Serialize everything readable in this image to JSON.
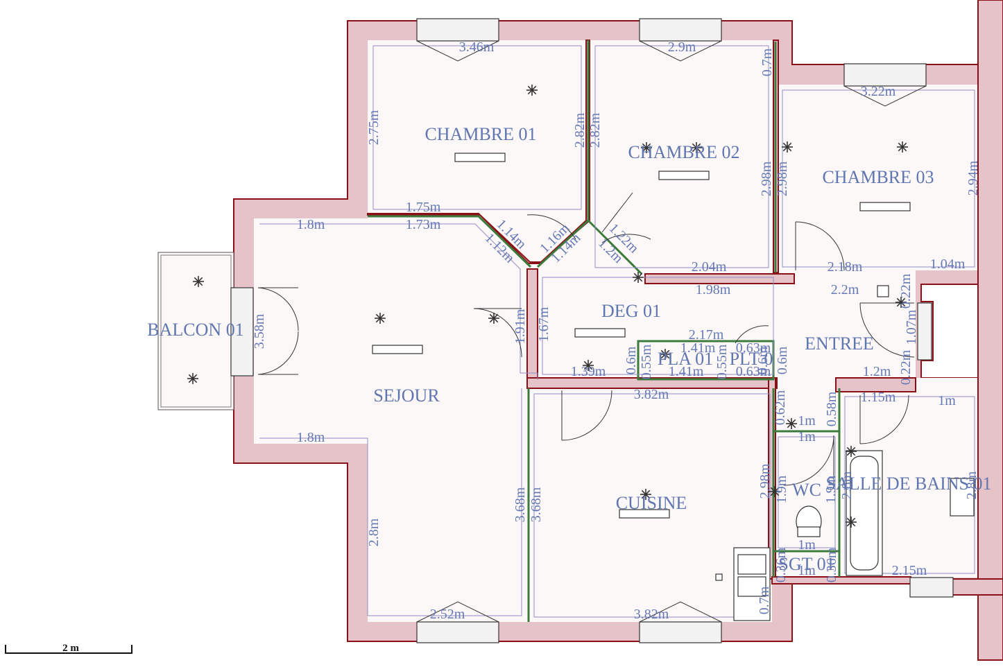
{
  "rooms": {
    "chambre01": "CHAMBRE 01",
    "chambre02": "CHAMBRE 02",
    "chambre03": "CHAMBRE 03",
    "balcon": "BALCON 01",
    "deg": "DEG 01",
    "sejour": "SEJOUR",
    "entree": "ENTREE",
    "pla": "PLA 01",
    "plt": "PLT 0",
    "cuisine": "CUISINE",
    "wc": "WC",
    "sdb": "SALLE DE BAINS 01",
    "sgt": "SGT 01"
  },
  "dims": {
    "ch1_top": "3.46m",
    "ch1_left": "2.75m",
    "ch1_right_a": "2.82m",
    "ch1_right_b": "2.82m",
    "ch1_bottom_a": "1.75m",
    "ch1_bottom_b": "1.73m",
    "ch2_top": "2.9m",
    "ch2_topright": "0.7m",
    "ch2_right_a": "2.98m",
    "ch2_right_b": "2.98m",
    "ch2_bottom": "2.04m",
    "ch3_top": "3.22m",
    "ch3_right": "2.94m",
    "ch3_bottom_a": "2.18m",
    "ch3_bottom_b": "1.04m",
    "diag_a": "1.14m",
    "diag_b": "1.12m",
    "diag_c": "1.16m",
    "diag_d": "1.14m",
    "diag_e": "1.22m",
    "diag_f": "1.2m",
    "sej_top": "1.8m",
    "sej_mid": "1.8m",
    "sej_left": "2.8m",
    "sej_bottom": "2.52m",
    "sej_right_a": "3.68m",
    "sej_right_b": "3.68m",
    "sej_door": "3.58m",
    "deg_a": "1.91m",
    "deg_b": "1.67m",
    "deg_c": "1.98m",
    "deg_d": "2.2m",
    "deg_e": "1.39m",
    "pla_top": "2.17m",
    "pla_top_b": "1.41m",
    "pla_bottom": "1.41m",
    "pla_l_a": "0.6m",
    "pla_l_b": "0.55m",
    "plt_r_a": "0.55m",
    "plt_r_b": "0.6m",
    "plt_t": "0.63m",
    "plt_b": "0.63m",
    "plt_m": "0.6m",
    "ent_a": "1.07m",
    "ent_b": "0.22m",
    "ent_c": "0.22m",
    "ent_d": "1.2m",
    "cui_top": "3.82m",
    "cui_bottom": "3.82m",
    "cui_right": "0.7m",
    "wc_top_a": "1m",
    "wc_top_b": "1m",
    "wc_left": "2.98m",
    "wc_l2": "1.9m",
    "wc_r": "1.9m",
    "wc_side_a": "0.62m",
    "wc_side_b": "0.58m",
    "sgt_a": "1m",
    "sgt_b": "1m",
    "sgt_l": "0.36m",
    "sgt_r": "0.36m",
    "sdb_top_a": "1.15m",
    "sdb_top_b": "1m",
    "sdb_bottom": "2.15m",
    "sdb_right": "2.8m",
    "sdb_left": "2.8m"
  },
  "scale": {
    "label": "2 m"
  },
  "colors": {
    "wall_fill": "#e6c3c9",
    "wall_stroke": "#8b0f17",
    "label": "#6076b0",
    "cloison": "#3d7a3d"
  }
}
